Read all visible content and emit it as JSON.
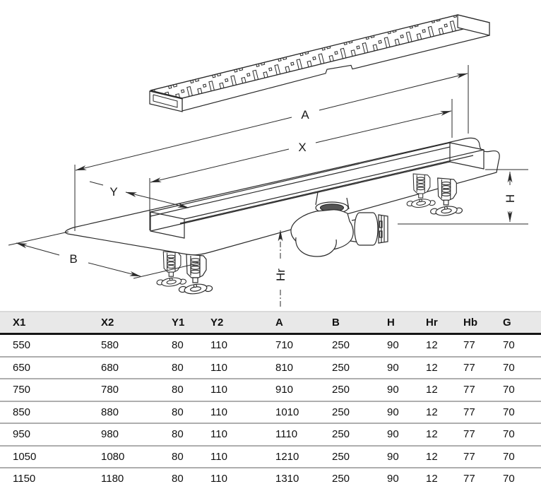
{
  "drawing": {
    "labels": {
      "a": "A",
      "x": "X",
      "y": "Y",
      "b": "B",
      "h": "H",
      "hr": "Hr"
    }
  },
  "table": {
    "columns": [
      "X1",
      "X2",
      "Y1",
      "Y2",
      "A",
      "B",
      "H",
      "Hr",
      "Hb",
      "G"
    ],
    "rows": [
      [
        "550",
        "580",
        "80",
        "110",
        "710",
        "250",
        "90",
        "12",
        "77",
        "70"
      ],
      [
        "650",
        "680",
        "80",
        "110",
        "810",
        "250",
        "90",
        "12",
        "77",
        "70"
      ],
      [
        "750",
        "780",
        "80",
        "110",
        "910",
        "250",
        "90",
        "12",
        "77",
        "70"
      ],
      [
        "850",
        "880",
        "80",
        "110",
        "1010",
        "250",
        "90",
        "12",
        "77",
        "70"
      ],
      [
        "950",
        "980",
        "80",
        "110",
        "1110",
        "250",
        "90",
        "12",
        "77",
        "70"
      ],
      [
        "1050",
        "1080",
        "80",
        "110",
        "1210",
        "250",
        "90",
        "12",
        "77",
        "70"
      ],
      [
        "1150",
        "1180",
        "80",
        "110",
        "1310",
        "250",
        "90",
        "12",
        "77",
        "70"
      ]
    ]
  },
  "colors": {
    "line": "#2a2a2a",
    "header_bg": "#e8e8e8",
    "row_separator": "#aeaeae",
    "header_rule": "#151515",
    "collar_shade": "#555555"
  }
}
